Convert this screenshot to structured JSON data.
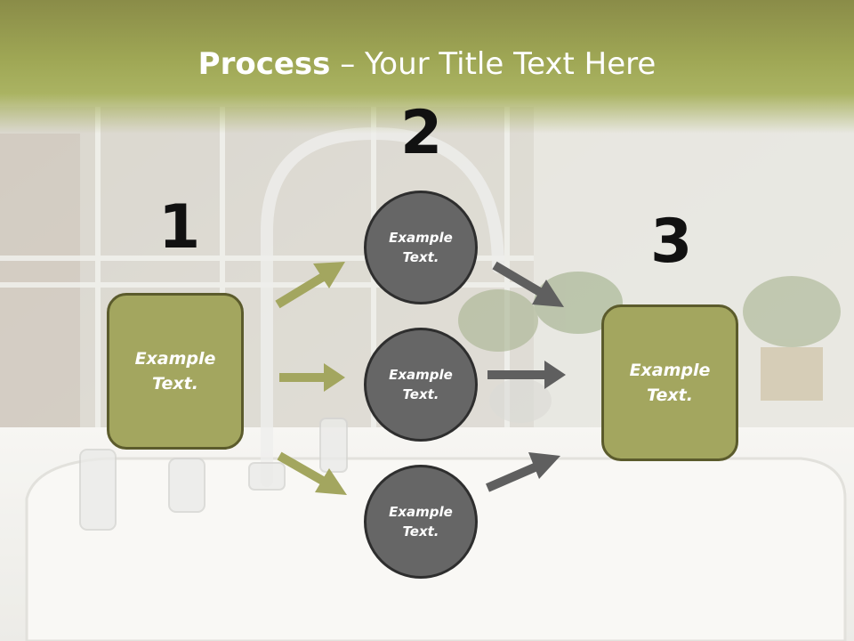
{
  "title": {
    "bold": "Process",
    "dash": "–",
    "rest": "Your Title Text Here"
  },
  "steps": [
    {
      "number": "1",
      "text_line1": "Example",
      "text_line2": "Text."
    },
    {
      "number": "2",
      "text_line1": "Example",
      "text_line2": "Text."
    },
    {
      "number": "3",
      "text_line1": "Example",
      "text_line2": "Text."
    }
  ],
  "circles": [
    {
      "text_line1": "Example",
      "text_line2": "Text."
    },
    {
      "text_line1": "Example",
      "text_line2": "Text."
    },
    {
      "text_line1": "Example",
      "text_line2": "Text."
    }
  ],
  "colors": {
    "olive_box": "#a3a65f",
    "olive_arrow": "#a3a65f",
    "gray_circle": "#666666",
    "gray_arrow": "#5f5f5f",
    "title_band": "#9fa755"
  }
}
